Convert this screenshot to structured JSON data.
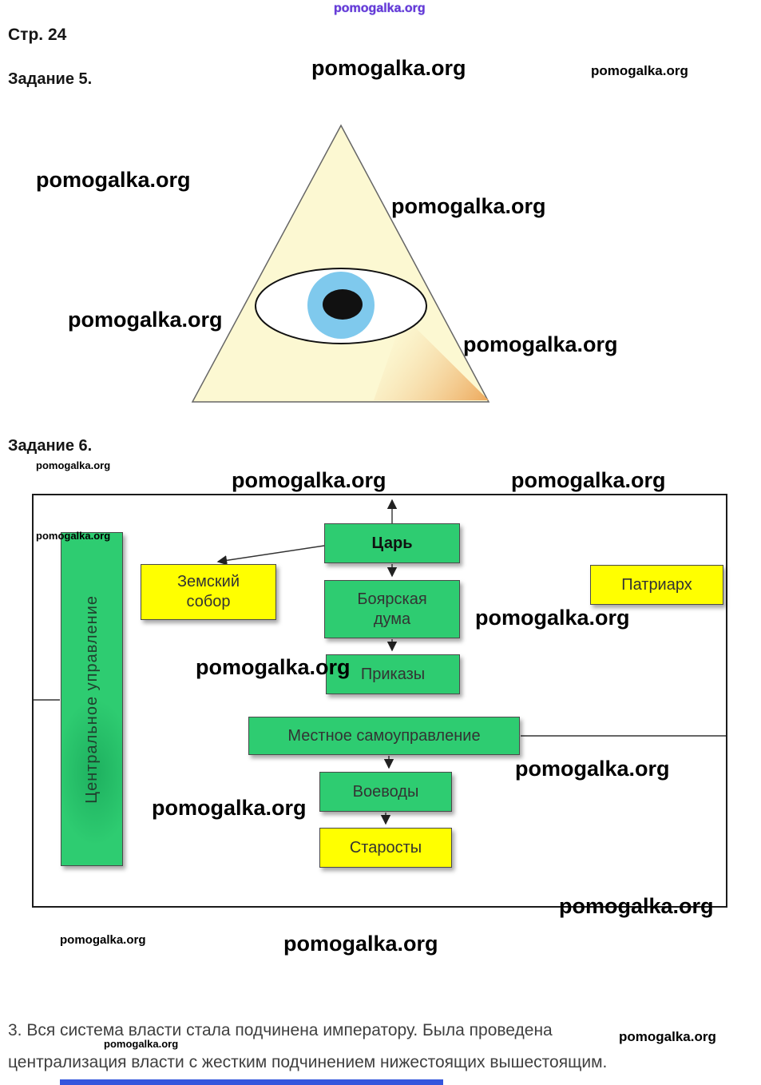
{
  "watermark_text": "pomogalka.org",
  "header": {
    "page_label": "Стр. 24",
    "task5_label": "Задание 5.",
    "task6_label": "Задание 6."
  },
  "answer": {
    "lines": [
      "3. Вся система власти стала подчинена императору. Была проведена",
      "централизация власти с жестким подчинением нижестоящих вышестоящим."
    ]
  },
  "task5_figure": {
    "type": "pyramid-with-all-seeing-eye",
    "colors": {
      "triangle_fill": "#fcf8d2",
      "shade_orange": "#eda95c",
      "eye_white": "#ffffff",
      "iris_blue": "#7fc9ed",
      "pupil_black": "#111111"
    }
  },
  "diagram": {
    "nodes": {
      "tsar": {
        "label": "Царь",
        "color": "#2ecc71"
      },
      "zemsky_sobor": {
        "label": "Земский собор",
        "color": "#ffff00"
      },
      "boyar_duma": {
        "label": "Боярская дума",
        "color": "#2ecc71"
      },
      "patriarch": {
        "label": "Патриарх",
        "color": "#ffff00"
      },
      "prikazy": {
        "label": "Приказы",
        "color": "#2ecc71"
      },
      "local_self_government": {
        "label": "Местное самоуправление",
        "color": "#2ecc71"
      },
      "voevody": {
        "label": "Воеводы",
        "color": "#2ecc71"
      },
      "starosty": {
        "label": "Старосты",
        "color": "#ffff00"
      },
      "central_administration": {
        "label": "Центральное управление",
        "color": "#2ecc71"
      }
    }
  },
  "colors": {
    "node_green": "#2ecc71",
    "node_yellow": "#ffff00",
    "watermark_top_purple": "#6b35d6",
    "bottom_bar_blue": "#3456dd"
  }
}
